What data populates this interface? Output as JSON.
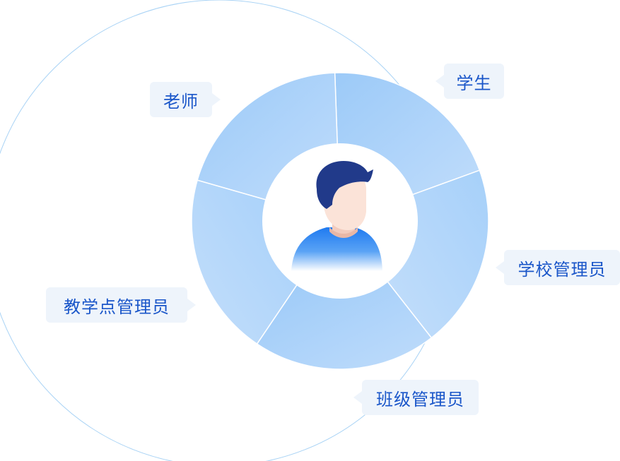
{
  "diagram": {
    "center_icon": "user-avatar-icon",
    "segments": [
      {
        "label": "学生",
        "arrow": "left"
      },
      {
        "label": "学校管理员",
        "arrow": "left"
      },
      {
        "label": "班级管理员",
        "arrow": "left"
      },
      {
        "label": "教学点管理员",
        "arrow": "right"
      },
      {
        "label": "老师",
        "arrow": "right"
      }
    ]
  },
  "colors": {
    "callout_bg": "#eef4fb",
    "callout_text": "#1a56c9",
    "ring_light": "#b8d9fb",
    "ring_dark": "#9ccaf8",
    "outline": "#a9d3f5",
    "avatar_hair": "#213a8a",
    "avatar_skin": "#fbe3d8",
    "avatar_shirt": "#1f7af0"
  }
}
